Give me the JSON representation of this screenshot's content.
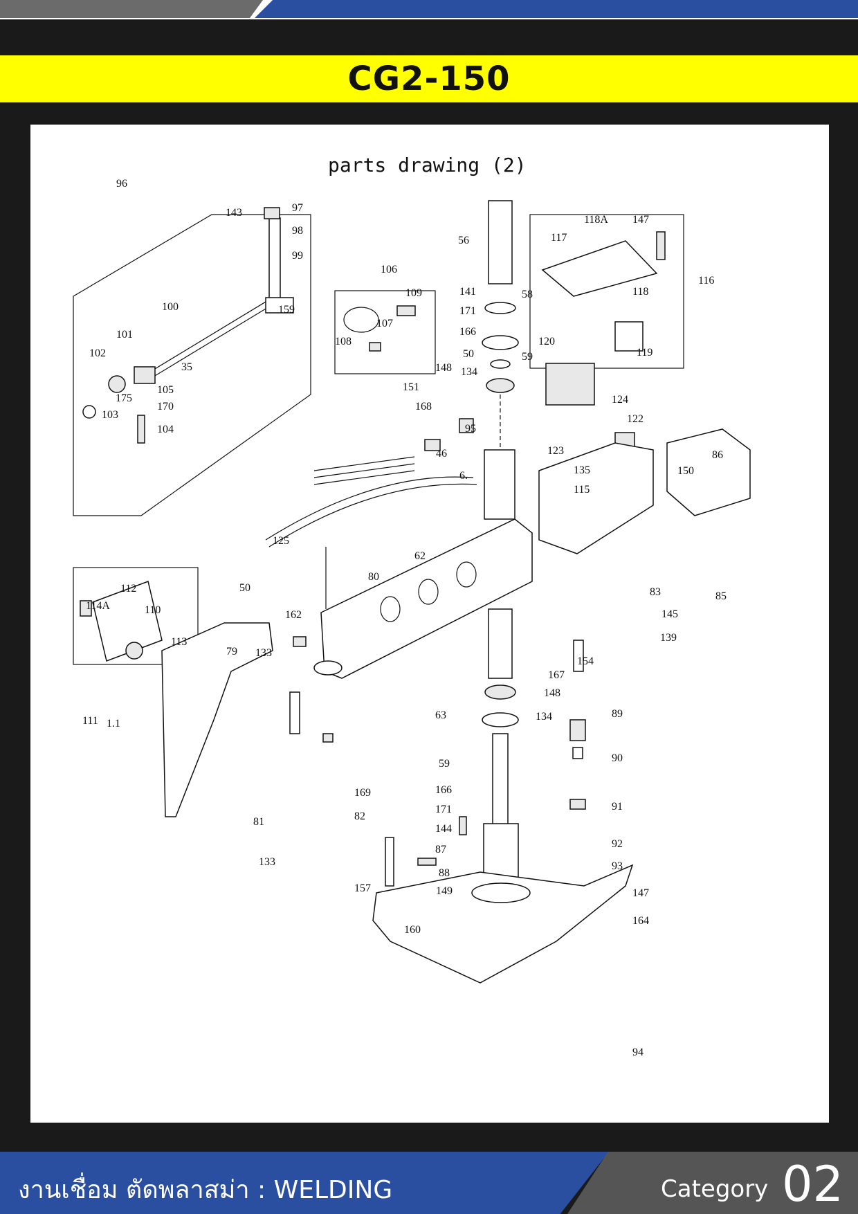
{
  "header": {
    "title": "CG2-150"
  },
  "drawing": {
    "title": "parts drawing (2)",
    "callouts": [
      "96",
      "143",
      "97",
      "98",
      "99",
      "159",
      "100",
      "101",
      "102",
      "35",
      "105",
      "175",
      "170",
      "103",
      "104",
      "106",
      "109",
      "107",
      "108",
      "56",
      "141",
      "58",
      "171",
      "166",
      "59",
      "50",
      "134",
      "148",
      "151",
      "168",
      "95",
      "46",
      "6.",
      "117",
      "118A",
      "147",
      "118",
      "116",
      "119",
      "120",
      "124",
      "122",
      "123",
      "135",
      "115",
      "150",
      "86",
      "125",
      "62",
      "80",
      "50",
      "162",
      "112",
      "114A",
      "110",
      "113",
      "111",
      "1.1",
      "79",
      "133",
      "81",
      "133",
      "169",
      "82",
      "83",
      "145",
      "85",
      "139",
      "154",
      "167",
      "148",
      "63",
      "134",
      "89",
      "90",
      "91",
      "92",
      "93",
      "147",
      "164",
      "59",
      "166",
      "171",
      "144",
      "87",
      "88",
      "149",
      "157",
      "160",
      "94"
    ]
  },
  "footer": {
    "section": "งานเชื่อม ตัดพลาสม่า : WELDING",
    "category_label": "Category",
    "category_number": "02"
  },
  "colors": {
    "accent_yellow": "#ffff00",
    "brand_blue": "#2b4fa0",
    "dark": "#1a1a1a"
  }
}
